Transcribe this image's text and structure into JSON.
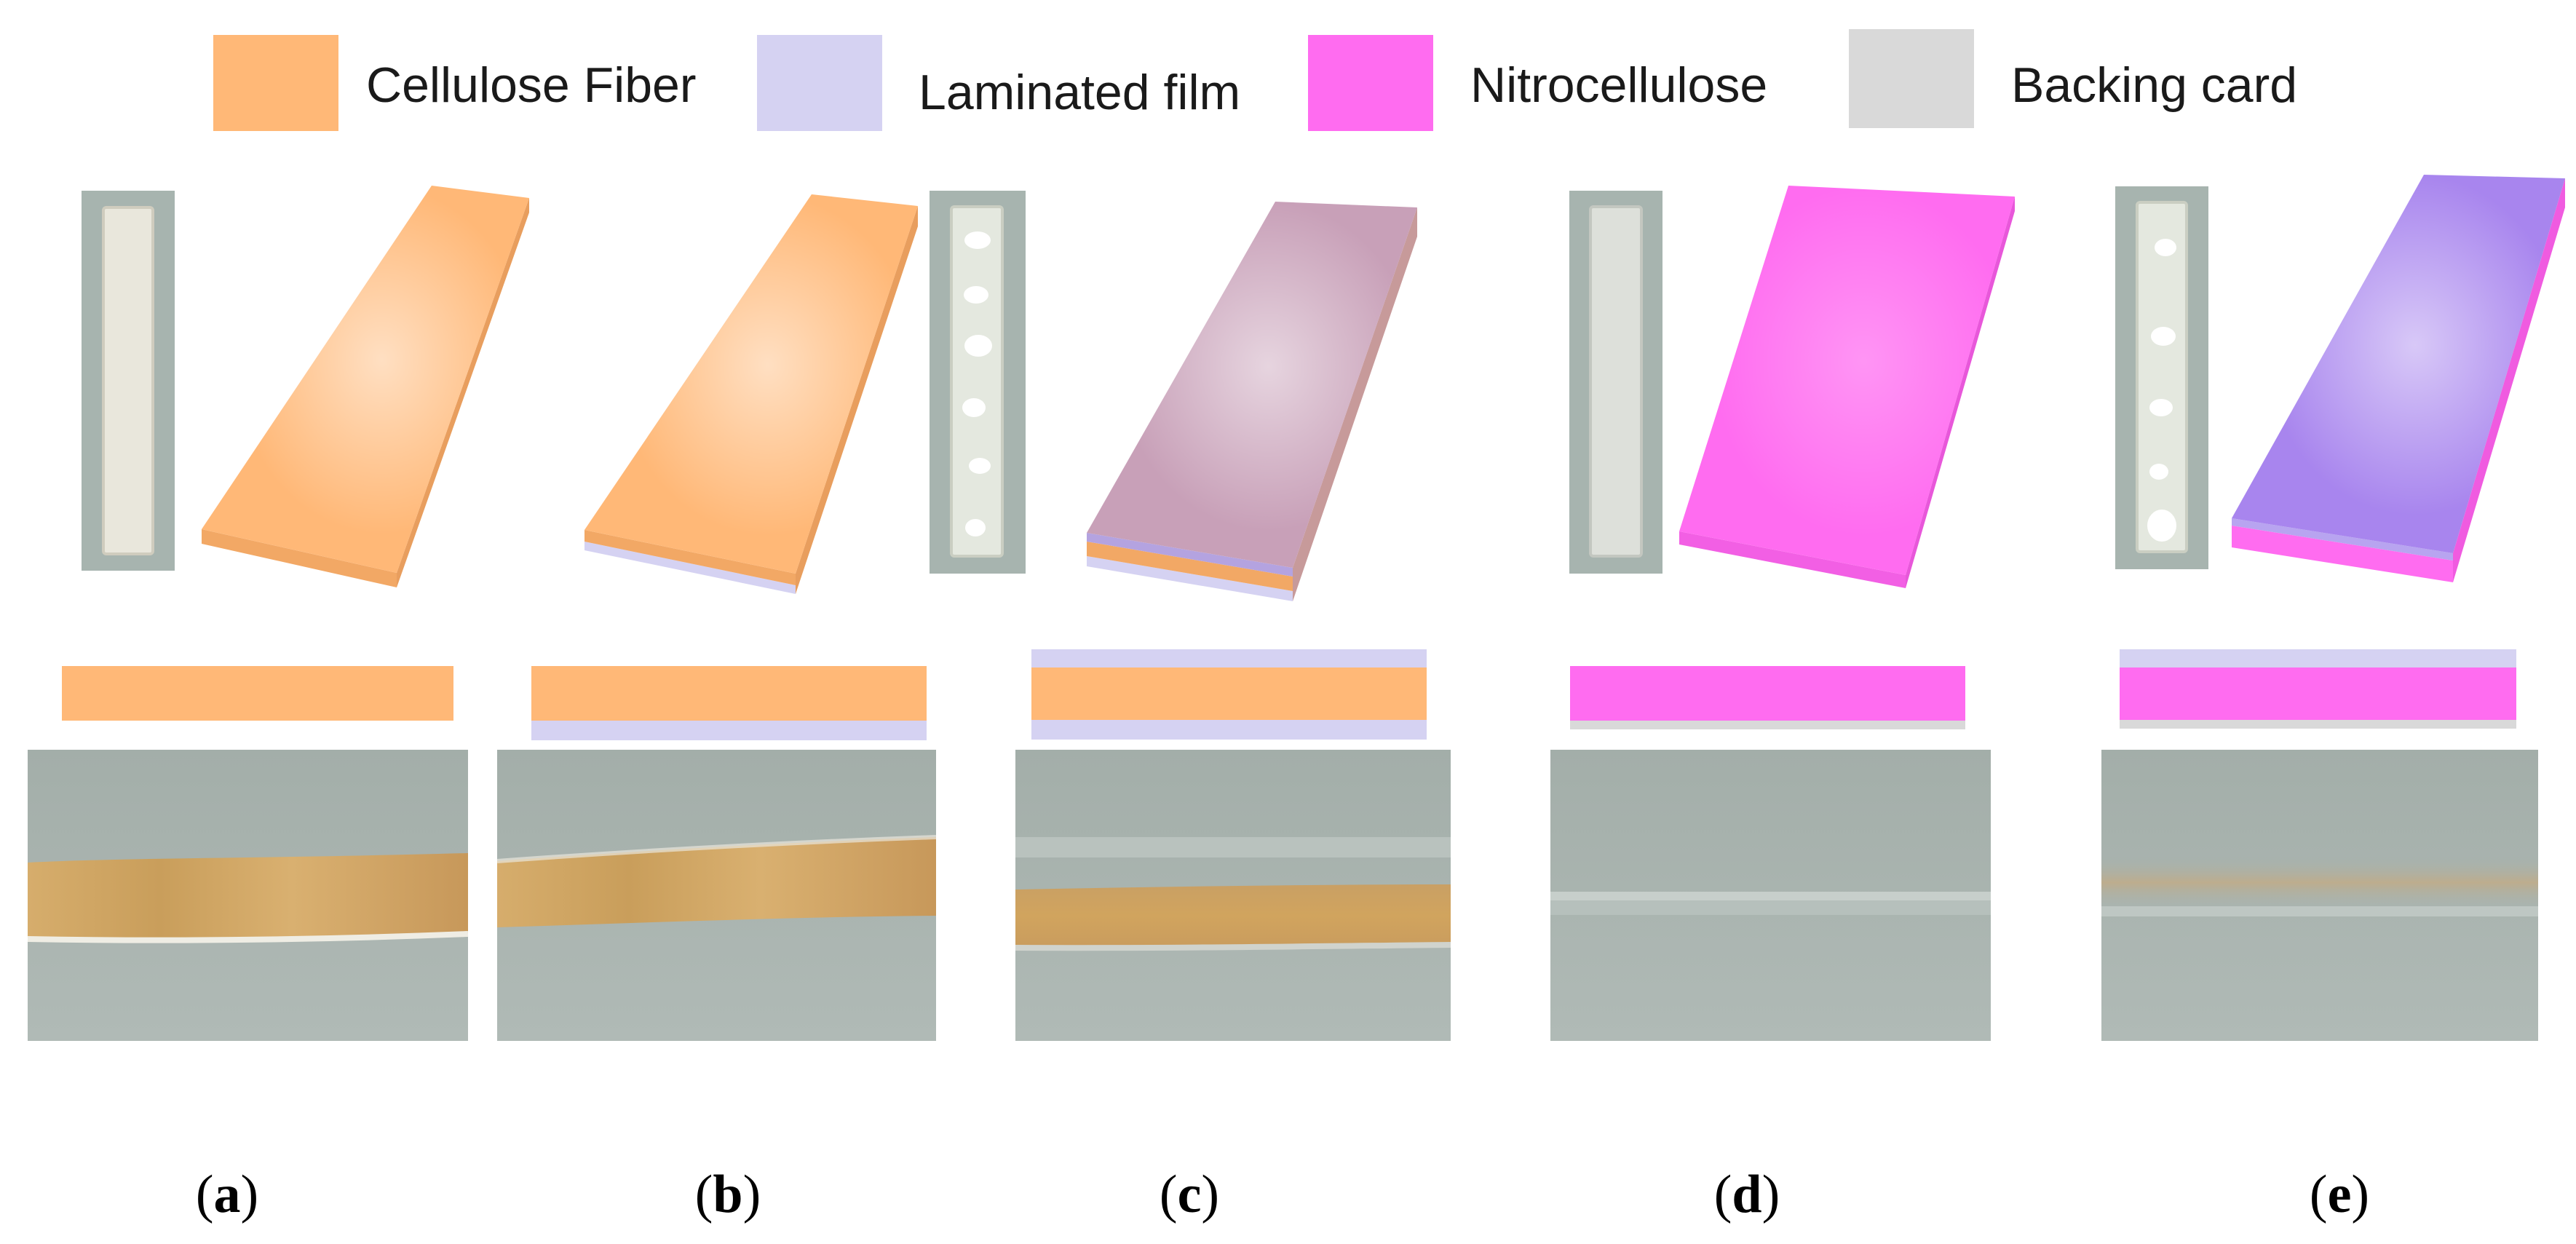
{
  "colors": {
    "cellulose_fiber": "#FFB877",
    "laminated_film": "#D5D2F2",
    "nitrocellulose": "#FF6CF0",
    "backing_card": "#D9D9D9",
    "laminated_over_fiber": "#C8A0B8",
    "laminated_over_nitrocellulose": "#A885EE",
    "photo_background": "#A6B2AD",
    "stain": "#D4A763"
  },
  "legend": [
    {
      "label": "Cellulose Fiber",
      "color_key": "cellulose_fiber"
    },
    {
      "label": "Laminated film",
      "color_key": "laminated_film"
    },
    {
      "label": "Nitrocellulose",
      "color_key": "nitrocellulose"
    },
    {
      "label": "Backing card",
      "color_key": "backing_card"
    }
  ],
  "panels": [
    {
      "letter": "a",
      "material": "cellulose_fiber",
      "film_top": false,
      "film_bottom": false,
      "strip_photo": "plain",
      "band": "cellulose_uneven"
    },
    {
      "letter": "b",
      "material": "cellulose_fiber",
      "film_top": false,
      "film_bottom": true,
      "strip_photo": null,
      "band": "cellulose_uneven"
    },
    {
      "letter": "c",
      "material": "cellulose_fiber",
      "film_top": true,
      "film_bottom": true,
      "strip_photo": "bubbled",
      "band": "cellulose_even"
    },
    {
      "letter": "d",
      "material": "nitrocellulose",
      "film_top": false,
      "film_bottom": false,
      "strip_photo": "plain",
      "band": "thin_line"
    },
    {
      "letter": "e",
      "material": "nitrocellulose",
      "film_top": true,
      "film_bottom": false,
      "strip_photo": "bubbled",
      "band": "faint"
    }
  ]
}
